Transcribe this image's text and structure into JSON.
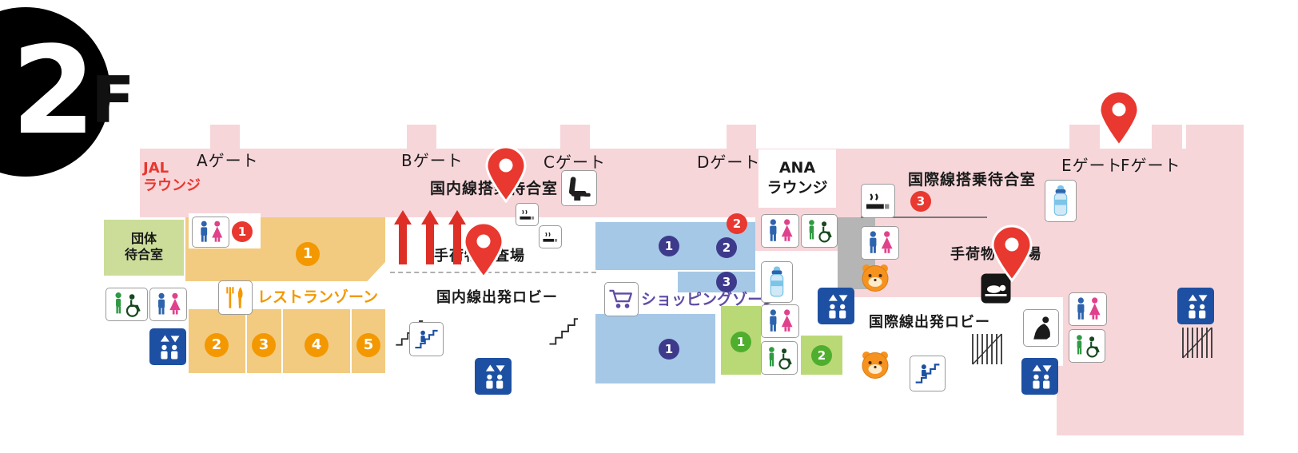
{
  "floor": {
    "number": "2",
    "letter": "F"
  },
  "gates": {
    "a": "Aゲート",
    "b": "Bゲート",
    "c": "Cゲート",
    "d": "Dゲート",
    "e": "Eゲート",
    "f": "Fゲート"
  },
  "lounges": {
    "jal": [
      "JAL",
      "ラウンジ"
    ],
    "ana": [
      "ANA",
      "ラウンジ"
    ]
  },
  "rooms": {
    "group_waiting": [
      "団体",
      "待合室"
    ],
    "domestic_boarding_waiting": "国内線搭乗待合室",
    "domestic_baggage_inspection": "手荷物検査場",
    "domestic_departure_lobby": "国内線出発ロビー",
    "international_boarding_waiting": "国際線搭乗待合室",
    "international_baggage_inspection": "手荷物検査場",
    "international_departure_lobby": "国際線出発ロビー"
  },
  "zones": {
    "restaurant": "レストランゾーン",
    "shopping": "ショッピングゾーン"
  },
  "numbers": {
    "restaurant": [
      "1",
      "2",
      "3",
      "4",
      "5"
    ],
    "shopping_upper": [
      "1",
      "2",
      "3"
    ],
    "shopping_lower": [
      "1"
    ],
    "red_badges": [
      "1",
      "2",
      "3"
    ],
    "green_badges": [
      "1",
      "2"
    ]
  },
  "icons": {
    "map-pin": "red location marker",
    "restroom": "men and women toilets",
    "wheelchair": "accessible facility",
    "elevator": "elevator",
    "escalator": "escalator",
    "stairs": "stairs",
    "smoking": "smoking room",
    "nursing-bottle": "nursing room",
    "massage-chair": "relaxation seat",
    "prayer": "prayer room",
    "diaper-changing": "diaper changing",
    "mascot": "mascot character",
    "fork-knife": "restaurant zone",
    "shopping-cart": "shopping zone",
    "up-arrows": "to boarding gates"
  },
  "colors": {
    "area_pink": "#f7d6da",
    "restaurant_tan": "#f2cb81",
    "shopping_blue": "#a5c8e6",
    "waiting_green": "#cbdd99",
    "zone_green": "#b9d977",
    "accent_red": "#e8382f",
    "accent_orange": "#f39800",
    "accent_navy": "#3d3a8c",
    "accent_green": "#4fae2e",
    "shopping_purple": "#5f4ba5",
    "facility_navy": "#1d50a2",
    "male_blue": "#2e63ad",
    "female_pink": "#e0418c"
  }
}
